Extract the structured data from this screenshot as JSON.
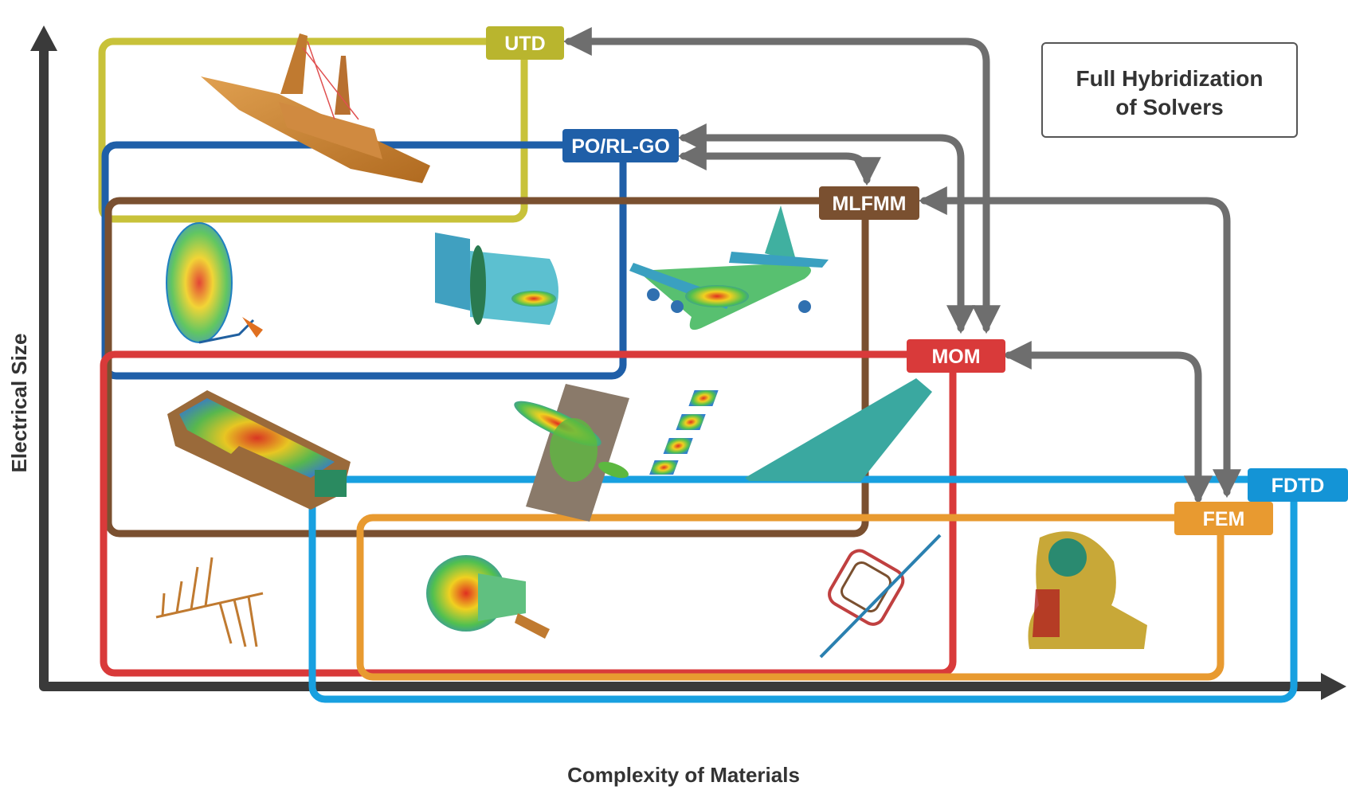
{
  "axes": {
    "y_label": "Electrical Size",
    "x_label": "Complexity of Materials"
  },
  "legend": {
    "line1": "Full Hybridization",
    "line2": "of Solvers"
  },
  "solvers": {
    "utd": {
      "label": "UTD",
      "color": "#b9b52e"
    },
    "po": {
      "label": "PO/RL-GO",
      "color": "#1f5fa8"
    },
    "mlfmm": {
      "label": "MLFMM",
      "color": "#7a5030"
    },
    "mom": {
      "label": "MOM",
      "color": "#d93a3a"
    },
    "fdtd": {
      "label": "FDTD",
      "color": "#1494d6"
    },
    "fem": {
      "label": "FEM",
      "color": "#e89a30"
    }
  },
  "illustrations": [
    "ship",
    "reflector-antenna",
    "horn-field",
    "aircraft",
    "indoor-room",
    "array-panel",
    "conformal-patch",
    "log-periodic-antenna",
    "radiation-pattern",
    "rfid-tag",
    "human-head"
  ],
  "colors": {
    "axis": "#3a3a3a",
    "arrow": "#6e6e6e",
    "text": "#333333"
  }
}
